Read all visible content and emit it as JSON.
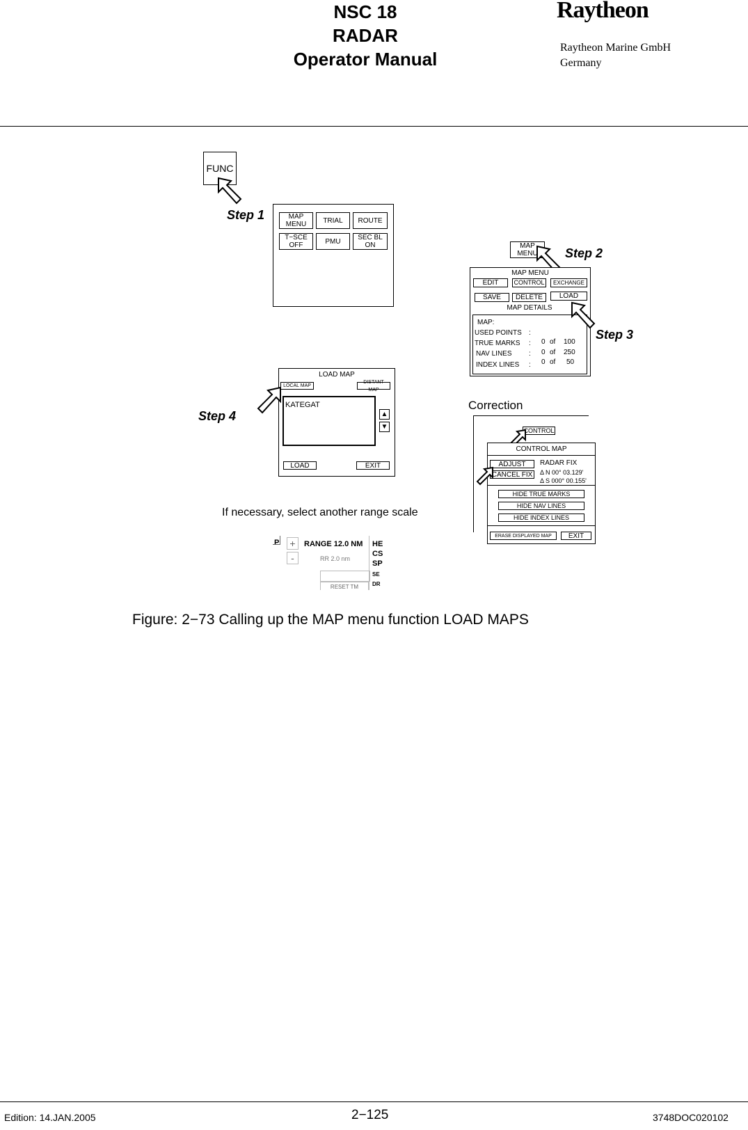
{
  "header": {
    "title_line1": "NSC 18",
    "title_line2": "RADAR",
    "title_line3": "Operator Manual",
    "logo_text": "Raytheon",
    "company": "Raytheon Marine GmbH",
    "country": "Germany"
  },
  "step_labels": {
    "step1": "Step 1",
    "step2": "Step 2",
    "step3": "Step 3",
    "step4": "Step 4"
  },
  "func_button": "FUNC",
  "func_menu": {
    "map_menu": "MAP\nMENU",
    "trial": "TRIAL",
    "route": "ROUTE",
    "t_sce_off": "T−SCE\nOFF",
    "pmu": "PMU",
    "sec_bl_on": "SEC BL\nON"
  },
  "map_menu_button": "MAP\nMENU",
  "map_menu_panel": {
    "title": "MAP  MENU",
    "edit": "EDIT",
    "control": "CONTROL",
    "exchange": "EXCHANGE",
    "save": "SAVE",
    "delete": "DELETE",
    "load": "LOAD",
    "details_title": "MAP DETAILS",
    "map_label": "MAP:",
    "rows": [
      {
        "label": "USED  POINTS",
        "sep": ":",
        "value": "",
        "of": "",
        "max": ""
      },
      {
        "label": "TRUE MARKS",
        "sep": ":",
        "value": "0",
        "of": "of",
        "max": "100"
      },
      {
        "label": "NAV  LINES",
        "sep": ":",
        "value": "0",
        "of": "of",
        "max": "250"
      },
      {
        "label": "INDEX LINES",
        "sep": ":",
        "value": "0",
        "of": "of",
        "max": "50"
      }
    ]
  },
  "load_map_panel": {
    "title": "LOAD MAP",
    "local_map": "LOCAL MAP",
    "distant_map": "DISTANT MAP",
    "list_items": [
      "KATEGAT"
    ],
    "scroll_up": "▲",
    "scroll_down": "▼",
    "load": "LOAD",
    "exit": "EXIT"
  },
  "correction": {
    "title": "Correction",
    "control_button": "CONTROL",
    "panel_title": "CONTROL  MAP",
    "adjust": "ADJUST",
    "cancel_fix": "CANCEL  FIX",
    "radar_fix": "RADAR  FIX",
    "delta_n": "Δ   N 00° 03.129'",
    "delta_s": "Δ   S 000° 00.155'",
    "hide_true_marks": "HIDE  TRUE  MARKS",
    "hide_nav_lines": "HIDE  NAV LINES",
    "hide_index_lines": "HIDE  INDEX  LINES",
    "erase_displayed_map": "ERASE DISPLAYED MAP",
    "exit": "EXIT"
  },
  "range_note": "If necessary, select another range scale",
  "range_panel": {
    "left_fragment": "P",
    "plus": "+",
    "minus": "-",
    "range": "RANGE 12.0 NM",
    "rr": "RR 2.0 nm",
    "reset_tm": "RESET TM",
    "right_fragments": [
      "HE",
      "CS",
      "SP",
      "SE",
      "DR"
    ]
  },
  "caption": "Figure: 2−73 Calling up the MAP menu function LOAD MAPS",
  "footer": {
    "edition": "Edition: 14.JAN.2005",
    "page": "2−125",
    "doc": "3748DOC020102"
  }
}
